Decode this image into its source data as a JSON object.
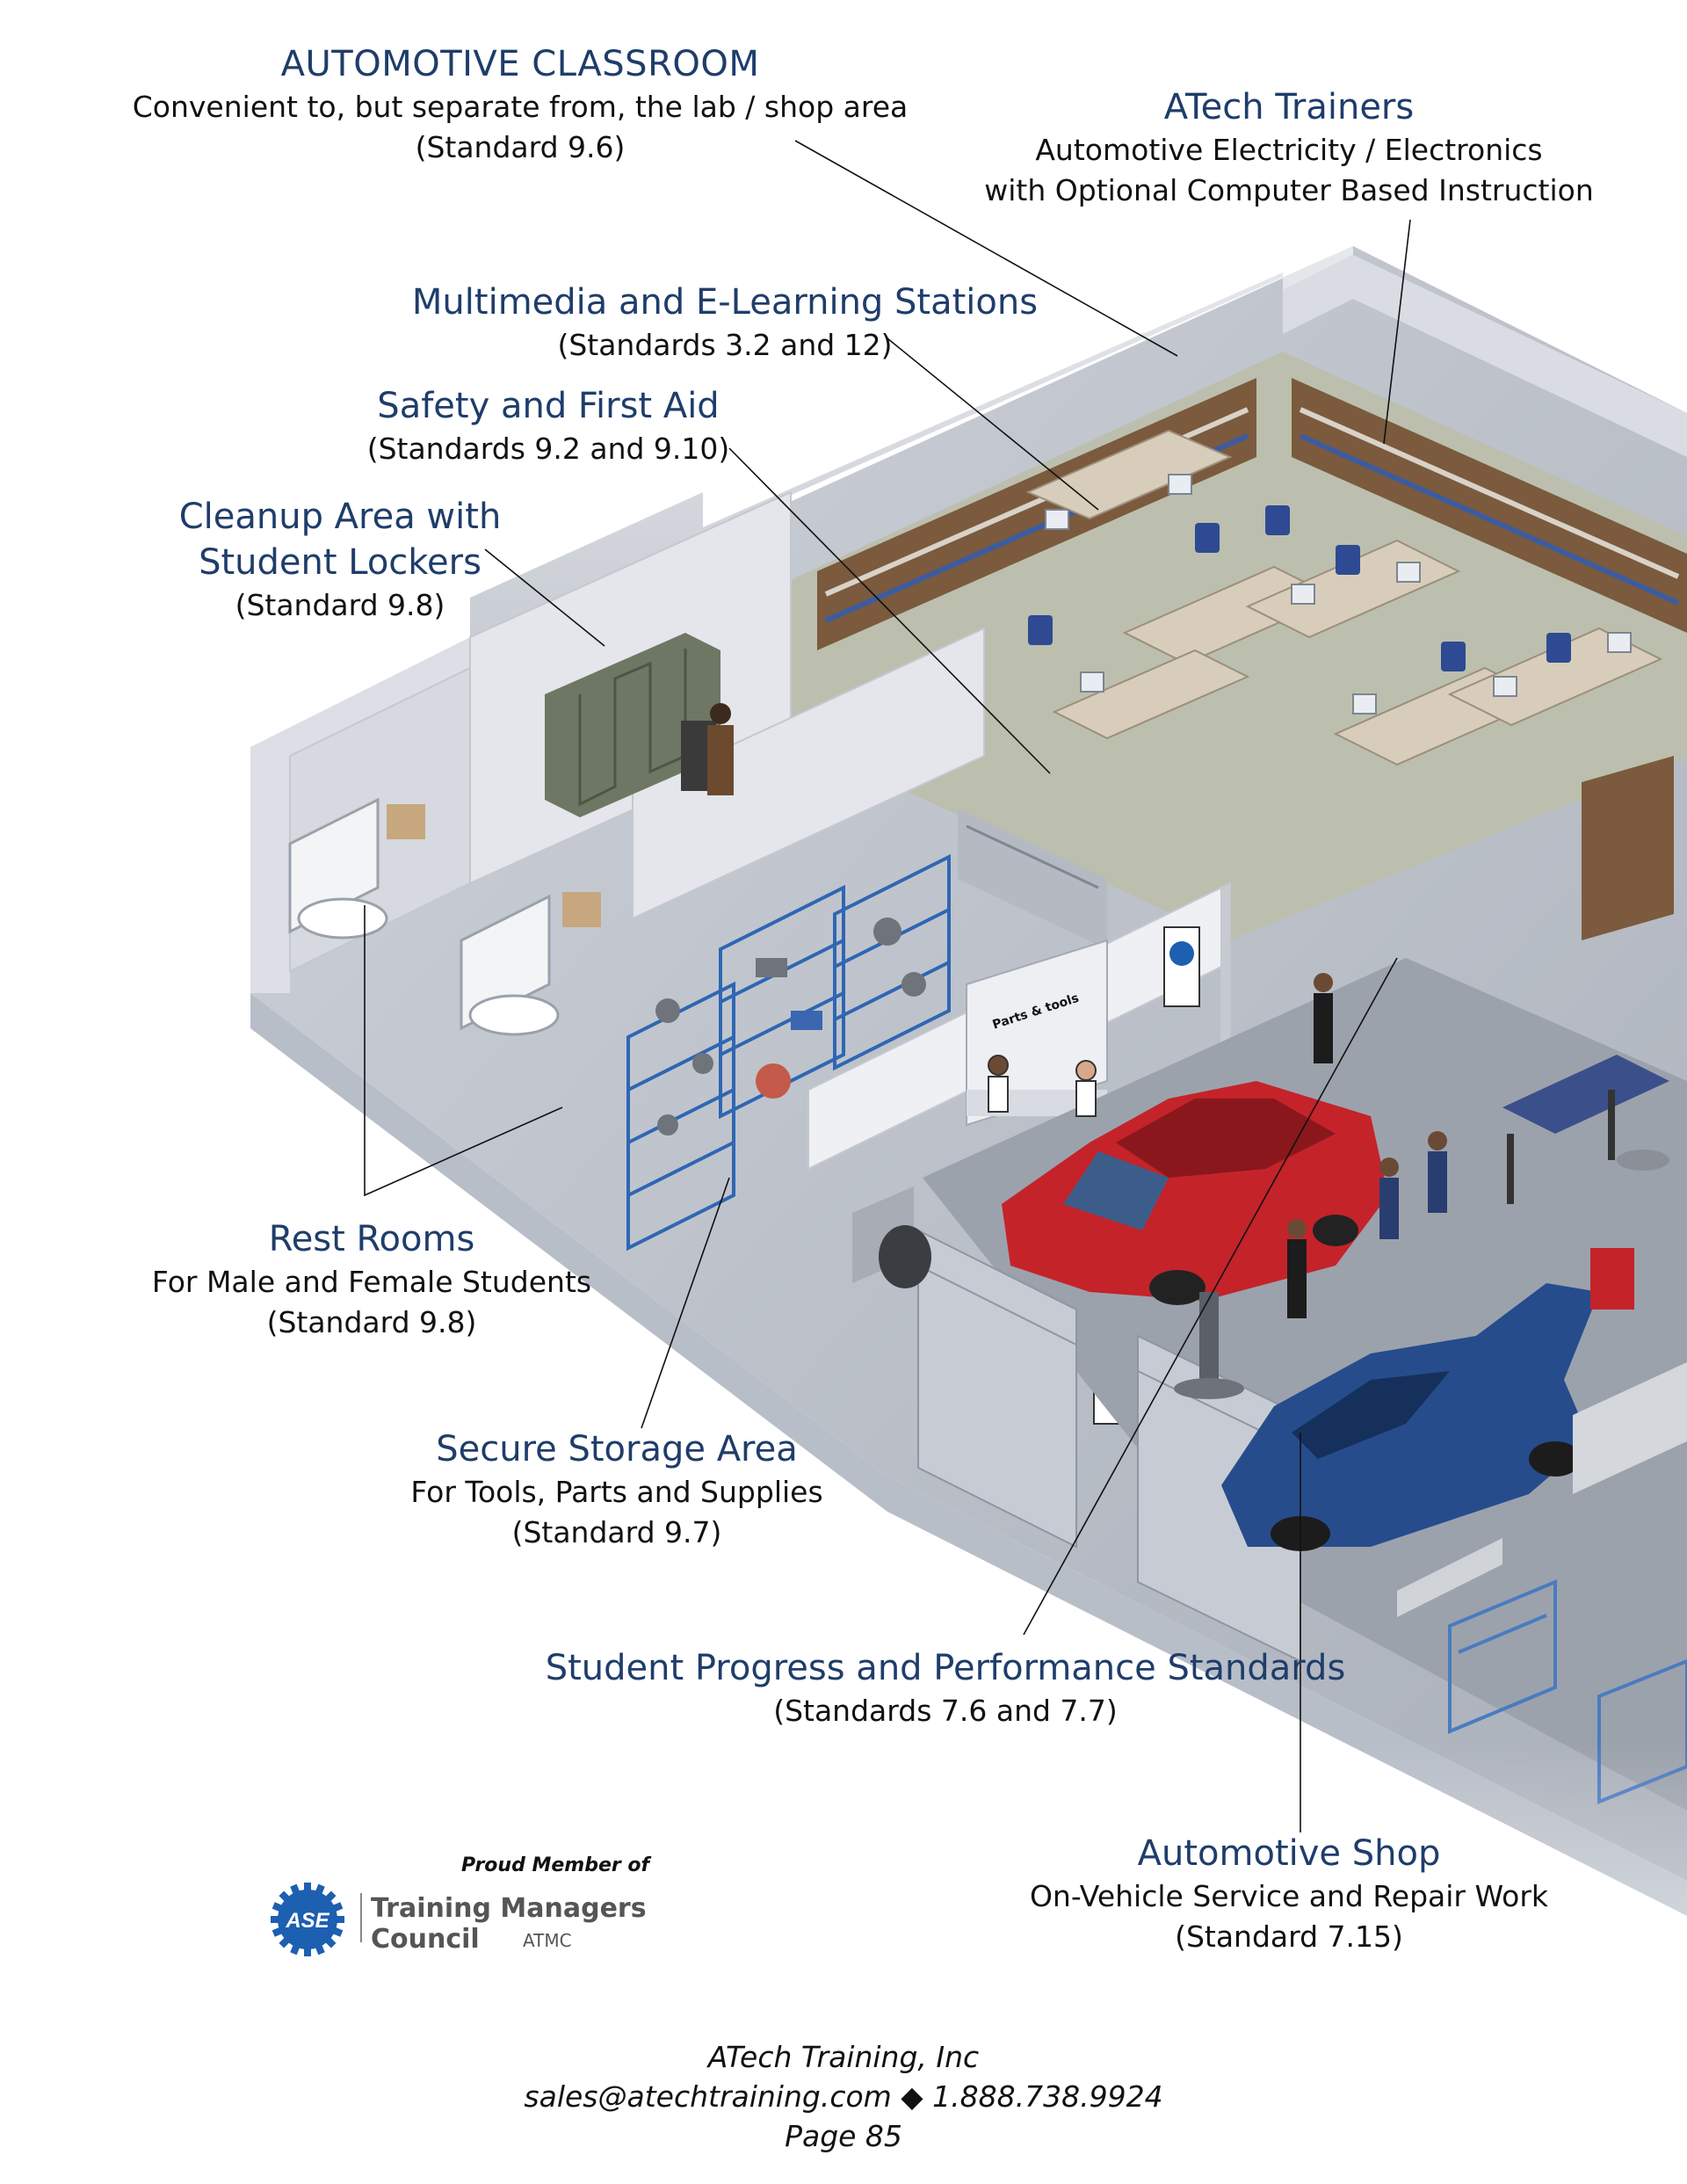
{
  "callouts": {
    "classroom": {
      "title": "AUTOMOTIVE CLASSROOM",
      "lines": [
        "Convenient to, but separate from, the lab / shop area",
        "(Standard 9.6)"
      ]
    },
    "trainers": {
      "title": "ATech Trainers",
      "lines": [
        "Automotive Electricity / Electronics",
        "with Optional Computer Based Instruction"
      ]
    },
    "multimedia": {
      "title": "Multimedia and E-Learning Stations",
      "lines": [
        "(Standards 3.2 and 12)"
      ]
    },
    "safety": {
      "title": "Safety and First Aid",
      "lines": [
        "(Standards 9.2 and 9.10)"
      ]
    },
    "cleanup": {
      "title_lines": [
        "Cleanup Area with",
        "Student Lockers"
      ],
      "lines": [
        "(Standard 9.8)"
      ]
    },
    "restrooms": {
      "title": "Rest Rooms",
      "lines": [
        "For Male and Female Students",
        "(Standard 9.8)"
      ]
    },
    "storage": {
      "title": "Secure Storage Area",
      "lines": [
        "For Tools, Parts and Supplies",
        "(Standard 9.7)"
      ]
    },
    "progress": {
      "title": "Student Progress and Performance Standards",
      "lines": [
        "(Standards 7.6 and 7.7)"
      ]
    },
    "shop": {
      "title": "Automotive Shop",
      "lines": [
        "On-Vehicle Service and Repair Work",
        "(Standard 7.15)"
      ]
    }
  },
  "signs": {
    "parts_tools": "Parts & tools",
    "ase_logo": "ASE"
  },
  "member": {
    "proud": "Proud Member of",
    "council": "Training Managers Council",
    "abbr": "ATMC",
    "logo_text": "ASE"
  },
  "footer": {
    "company": "ATech Training, Inc",
    "contact": "sales@atechtraining.com ◆ 1.888.738.9924",
    "page": "Page 85"
  },
  "colors": {
    "title_blue": "#1f3d6b",
    "ase_blue": "#1d5fb0",
    "car_red": "#c4232a",
    "car_blue": "#264c8c"
  }
}
